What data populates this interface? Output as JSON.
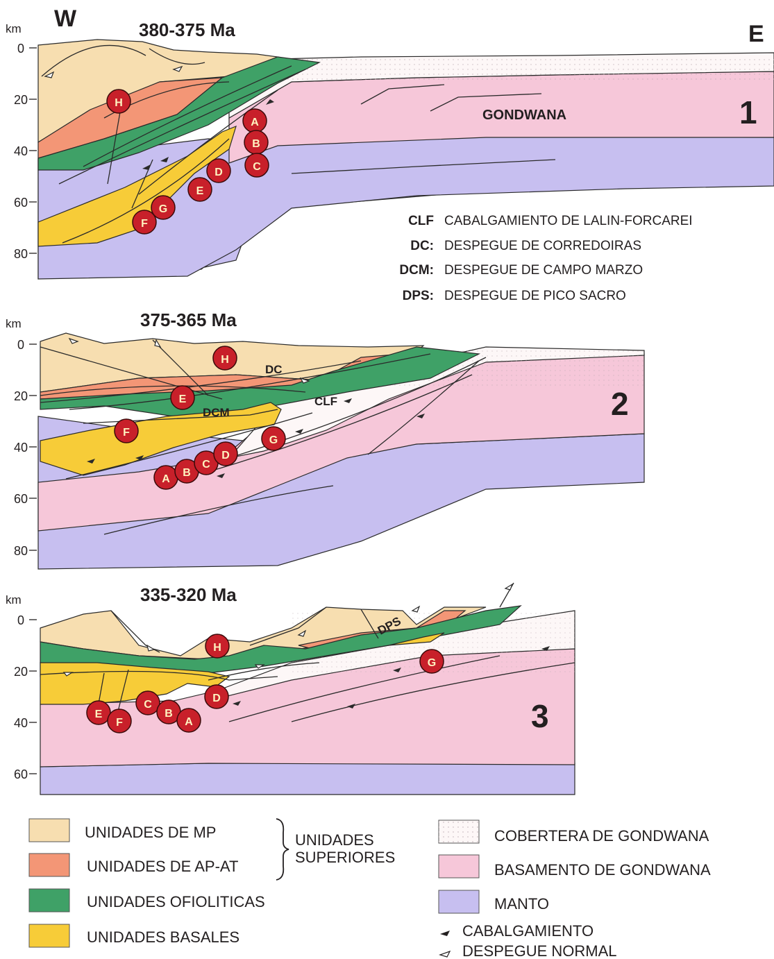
{
  "directions": {
    "west": "W",
    "east": "E"
  },
  "axis": {
    "unit": "km",
    "ticks_panel_1": [
      "0",
      "20",
      "40",
      "60",
      "80"
    ],
    "ticks_panel_2": [
      "0",
      "20",
      "40",
      "60",
      "80"
    ],
    "ticks_panel_3": [
      "0",
      "20",
      "40",
      "60"
    ]
  },
  "panels": [
    {
      "number": "1",
      "age": "380-375 Ma",
      "region_label": "GONDWANA",
      "units": [
        "A",
        "B",
        "C",
        "D",
        "E",
        "F",
        "G",
        "H"
      ]
    },
    {
      "number": "2",
      "age": "375-365 Ma",
      "faults": [
        "DC",
        "CLF",
        "DCM"
      ],
      "units": [
        "H",
        "E",
        "F",
        "G",
        "A",
        "B",
        "C",
        "D"
      ]
    },
    {
      "number": "3",
      "age": "335-320 Ma",
      "faults": [
        "DPS"
      ],
      "units": [
        "H",
        "G",
        "D",
        "C",
        "B",
        "A",
        "E",
        "F"
      ]
    }
  ],
  "abbreviations": [
    {
      "abbr": "CLF",
      "text": "CABALGAMIENTO DE LALIN-FORCAREI"
    },
    {
      "abbr": "DC:",
      "text": "DESPEGUE DE CORREDOIRAS"
    },
    {
      "abbr": "DCM:",
      "text": "DESPEGUE DE CAMPO MARZO"
    },
    {
      "abbr": "DPS:",
      "text": "DESPEGUE DE PICO SACRO"
    }
  ],
  "legend": {
    "left": [
      {
        "label": "UNIDADES DE MP",
        "color": "#f7deb0"
      },
      {
        "label": "UNIDADES DE AP-AT",
        "color": "#f39676"
      },
      {
        "label": "UNIDADES OFIOLITICAS",
        "color": "#3fa167"
      },
      {
        "label": "UNIDADES BASALES",
        "color": "#f7cc38"
      }
    ],
    "bracket_label": [
      "UNIDADES",
      "SUPERIORES"
    ],
    "right": [
      {
        "label": "COBERTERA DE GONDWANA",
        "color": "#fdf7f7"
      },
      {
        "label": "BASAMENTO DE GONDWANA",
        "color": "#f6c7d9"
      },
      {
        "label": "MANTO",
        "color": "#c7bff0"
      }
    ],
    "symbols": [
      {
        "label": "CABALGAMIENTO",
        "icon": "thrust-arrow"
      },
      {
        "label": "DESPEGUE NORMAL",
        "icon": "normal-detachment-arrow"
      }
    ]
  },
  "colors": {
    "mp": "#f7deb0",
    "apat": "#f39676",
    "ofiolitic": "#3fa167",
    "basal": "#f7cc38",
    "cover": "#fdf7f7",
    "basement": "#f6c7d9",
    "mantle": "#c7bff0",
    "circle": "#c8202a"
  }
}
